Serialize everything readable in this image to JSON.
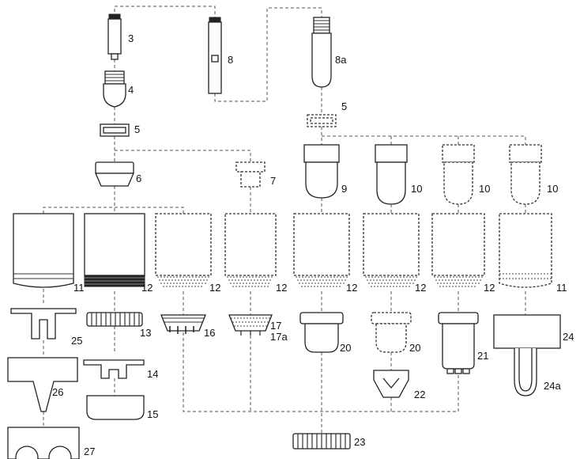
{
  "labels": {
    "p3": "3",
    "p4": "4",
    "p5a": "5",
    "p5b": "5",
    "p6": "6",
    "p7": "7",
    "p8": "8",
    "p8a": "8a",
    "p9": "9",
    "p10a": "10",
    "p10b": "10",
    "p10c": "10",
    "p11a": "11",
    "p11b": "11",
    "p12a": "12",
    "p12b": "12",
    "p12c": "12",
    "p12d": "12",
    "p12e": "12",
    "p12f": "12",
    "p13": "13",
    "p14": "14",
    "p15": "15",
    "p16": "16",
    "p17": "17",
    "p17a": "17a",
    "p20a": "20",
    "p20b": "20",
    "p21": "21",
    "p22": "22",
    "p23": "23",
    "p24": "24",
    "p24a": "24a",
    "p25": "25",
    "p26": "26",
    "p27": "27"
  }
}
